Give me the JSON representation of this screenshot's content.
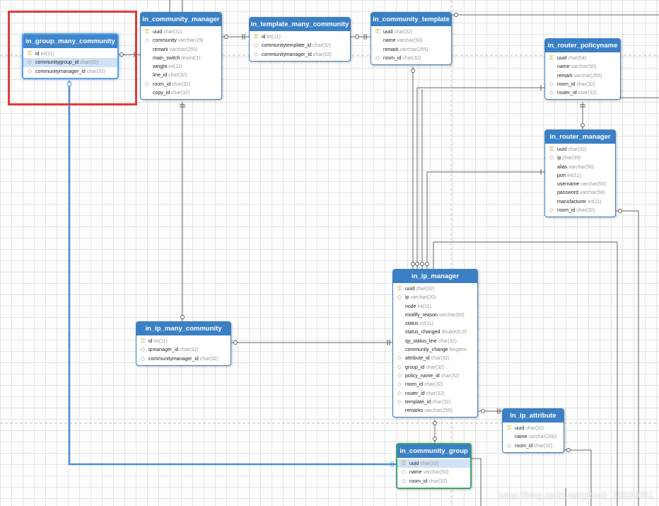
{
  "tables": {
    "in_group_many_community": {
      "title": "in_group_many_community",
      "columns": [
        {
          "icon": "key",
          "name": "id",
          "type": "int(11)"
        },
        {
          "icon": "diamond",
          "name": "communitygroup_id",
          "type": "char(32)"
        },
        {
          "icon": "diamond",
          "name": "communitymanager_id",
          "type": "char(32)"
        }
      ]
    },
    "in_community_manager": {
      "title": "in_community_manager",
      "columns": [
        {
          "icon": "key",
          "name": "uuid",
          "type": "char(32)"
        },
        {
          "icon": "diamond",
          "name": "community",
          "type": "varchar(25)"
        },
        {
          "icon": "none",
          "name": "remark",
          "type": "varchar(255)"
        },
        {
          "icon": "none",
          "name": "main_switch",
          "type": "tinyint(1)"
        },
        {
          "icon": "none",
          "name": "weight",
          "type": "int(11)"
        },
        {
          "icon": "none",
          "name": "line_id",
          "type": "char(32)"
        },
        {
          "icon": "diamond",
          "name": "room_id",
          "type": "char(32)"
        },
        {
          "icon": "none",
          "name": "copy_id",
          "type": "char(32)"
        }
      ]
    },
    "in_template_many_community": {
      "title": "in_template_many_community",
      "columns": [
        {
          "icon": "key",
          "name": "id",
          "type": "int(11)"
        },
        {
          "icon": "diamond",
          "name": "communitytemplate_id",
          "type": "char(32)"
        },
        {
          "icon": "diamond",
          "name": "communitymanager_id",
          "type": "char(32)"
        }
      ]
    },
    "in_community_template": {
      "title": "in_community_template",
      "columns": [
        {
          "icon": "key",
          "name": "uuid",
          "type": "char(32)"
        },
        {
          "icon": "none",
          "name": "name",
          "type": "varchar(50)"
        },
        {
          "icon": "none",
          "name": "remark",
          "type": "varchar(255)"
        },
        {
          "icon": "diamond",
          "name": "room_id",
          "type": "char(32)"
        }
      ]
    },
    "in_router_policyname": {
      "title": "in_router_policyname",
      "columns": [
        {
          "icon": "key",
          "name": "uuid",
          "type": "char(64)"
        },
        {
          "icon": "none",
          "name": "name",
          "type": "varchar(50)"
        },
        {
          "icon": "none",
          "name": "remark",
          "type": "varchar(255)"
        },
        {
          "icon": "diamond",
          "name": "room_id",
          "type": "char(32)"
        },
        {
          "icon": "diamond",
          "name": "router_id",
          "type": "char(32)"
        }
      ]
    },
    "in_router_manager": {
      "title": "in_router_manager",
      "columns": [
        {
          "icon": "key",
          "name": "uuid",
          "type": "char(32)"
        },
        {
          "icon": "diamond",
          "name": "ip",
          "type": "char(39)"
        },
        {
          "icon": "none",
          "name": "alias",
          "type": "varchar(50)"
        },
        {
          "icon": "none",
          "name": "port",
          "type": "int(11)"
        },
        {
          "icon": "none",
          "name": "username",
          "type": "varchar(50)"
        },
        {
          "icon": "none",
          "name": "password",
          "type": "varchar(50)"
        },
        {
          "icon": "none",
          "name": "manufacturer",
          "type": "int(11)"
        },
        {
          "icon": "diamond",
          "name": "room_id",
          "type": "char(32)"
        }
      ]
    },
    "in_ip_many_community": {
      "title": "in_ip_many_community",
      "columns": [
        {
          "icon": "key",
          "name": "id",
          "type": "int(11)"
        },
        {
          "icon": "diamond",
          "name": "ipmanager_id",
          "type": "char(32)"
        },
        {
          "icon": "diamond",
          "name": "communitymanager_id",
          "type": "char(32)"
        }
      ]
    },
    "in_ip_manager": {
      "title": "in_ip_manager",
      "columns": [
        {
          "icon": "key",
          "name": "uuid",
          "type": "char(32)"
        },
        {
          "icon": "diamond",
          "name": "ip",
          "type": "varchar(20)"
        },
        {
          "icon": "none",
          "name": "node",
          "type": "int(11)"
        },
        {
          "icon": "none",
          "name": "modify_reason",
          "type": "varchar(60)"
        },
        {
          "icon": "none",
          "name": "status",
          "type": "int(11)"
        },
        {
          "icon": "none",
          "name": "status_changed",
          "type": "double(0,0)"
        },
        {
          "icon": "none",
          "name": "qy_status_line",
          "type": "char(32)"
        },
        {
          "icon": "none",
          "name": "community_change",
          "type": "longtext"
        },
        {
          "icon": "diamond",
          "name": "attribute_id",
          "type": "char(32)"
        },
        {
          "icon": "diamond",
          "name": "group_id",
          "type": "char(32)"
        },
        {
          "icon": "diamond",
          "name": "policy_name_id",
          "type": "char(32)"
        },
        {
          "icon": "diamond",
          "name": "room_id",
          "type": "char(32)"
        },
        {
          "icon": "diamond",
          "name": "router_id",
          "type": "char(32)"
        },
        {
          "icon": "diamond",
          "name": "template_id",
          "type": "char(32)"
        },
        {
          "icon": "none",
          "name": "remarks",
          "type": "varchar(255)"
        }
      ]
    },
    "in_ip_attribute": {
      "title": "in_ip_attribute",
      "columns": [
        {
          "icon": "key",
          "name": "uuid",
          "type": "char(32)"
        },
        {
          "icon": "none",
          "name": "name",
          "type": "varchar(200)"
        },
        {
          "icon": "diamond",
          "name": "room_id",
          "type": "char(32)"
        }
      ]
    },
    "in_community_group": {
      "title": "in_community_group",
      "columns": [
        {
          "icon": "key",
          "name": "uuid",
          "type": "char(32)"
        },
        {
          "icon": "diamond",
          "name": "name",
          "type": "varchar(50)"
        },
        {
          "icon": "diamond",
          "name": "room_id",
          "type": "char(32)"
        }
      ]
    }
  },
  "watermark": "https://blog.csdn.net/github_38596081",
  "colors": {
    "header": "#3b80c4",
    "highlight": "#cfe2f7",
    "selected_link": "#4a90d9",
    "red_box": "#e23a3a"
  }
}
